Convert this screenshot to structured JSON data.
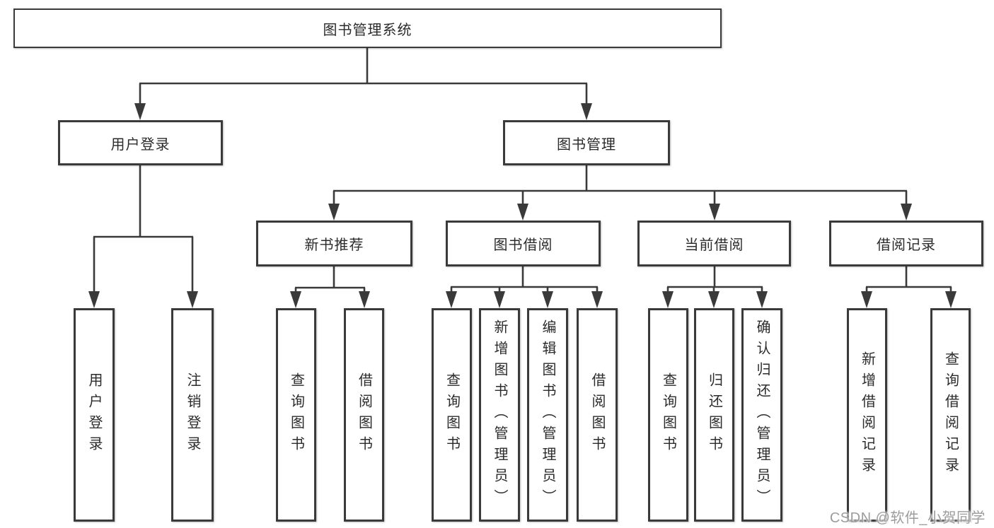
{
  "diagram_type": "hierarchy-tree",
  "tree": {
    "label": "图书管理系统",
    "children": [
      {
        "label": "用户登录",
        "children": [
          {
            "label": "用户登录"
          },
          {
            "label": "注销登录"
          }
        ]
      },
      {
        "label": "图书管理",
        "children": [
          {
            "label": "新书推荐",
            "children": [
              {
                "label": "查询图书"
              },
              {
                "label": "借阅图书"
              }
            ]
          },
          {
            "label": "图书借阅",
            "children": [
              {
                "label": "查询图书"
              },
              {
                "label": "新增图书（管理员）"
              },
              {
                "label": "编辑图书（管理员）"
              },
              {
                "label": "借阅图书"
              }
            ]
          },
          {
            "label": "当前借阅",
            "children": [
              {
                "label": "查询图书"
              },
              {
                "label": "归还图书"
              },
              {
                "label": "确认归还（管理员）"
              }
            ]
          },
          {
            "label": "借阅记录",
            "children": [
              {
                "label": "新增借阅记录"
              },
              {
                "label": "查询借阅记录"
              }
            ]
          }
        ]
      }
    ]
  },
  "watermark": {
    "text": "CSDN @软件_小贺同学"
  },
  "colors": {
    "line": "#3a3a3a",
    "text": "#2b2b2b",
    "watermark": "#9c9c9c",
    "background": "#ffffff"
  }
}
